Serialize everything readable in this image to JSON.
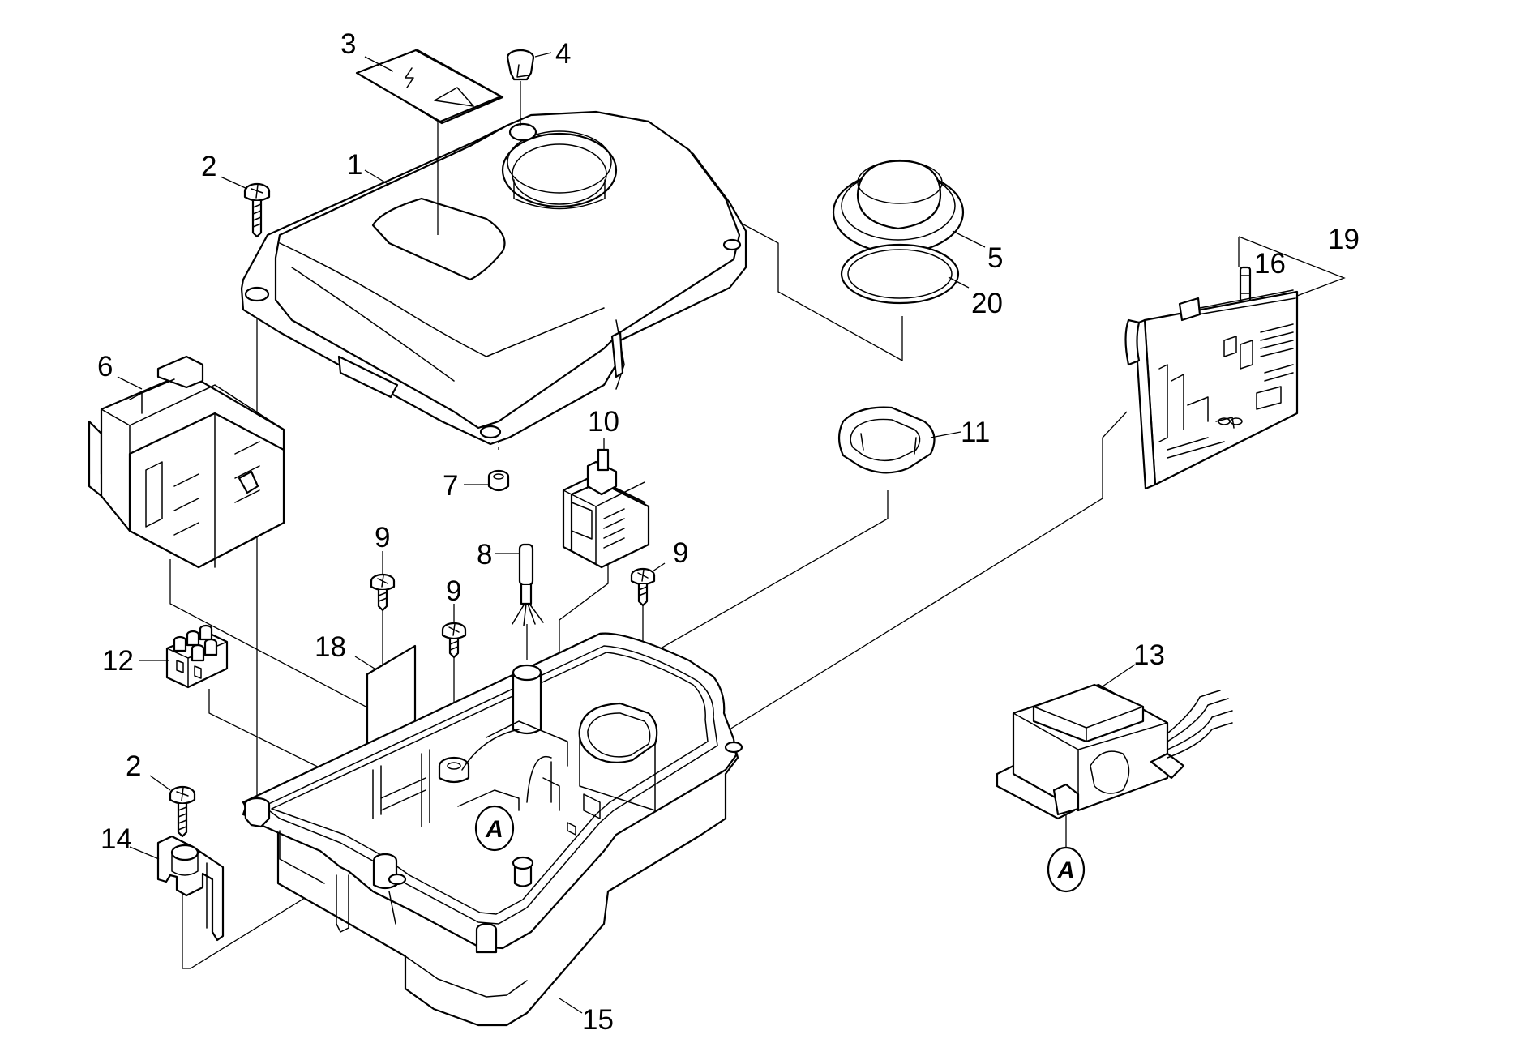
{
  "callouts": {
    "c1": "1",
    "c2a": "2",
    "c2b": "2",
    "c3": "3",
    "c4": "4",
    "c5": "5",
    "c6": "6",
    "c7": "7",
    "c8": "8",
    "c9a": "9",
    "c9b": "9",
    "c9c": "9",
    "c10": "10",
    "c11": "11",
    "c12": "12",
    "c13": "13",
    "c14": "14",
    "c15": "15",
    "c16": "16",
    "c18": "18",
    "c19": "19",
    "c20": "20"
  },
  "references": {
    "ref_housing": "A",
    "ref_transformer": "A"
  },
  "warning_label": {
    "symbols": [
      "lightning-icon",
      "warning-triangle-icon"
    ]
  },
  "colors": {
    "line": "#000000",
    "background": "#ffffff"
  }
}
